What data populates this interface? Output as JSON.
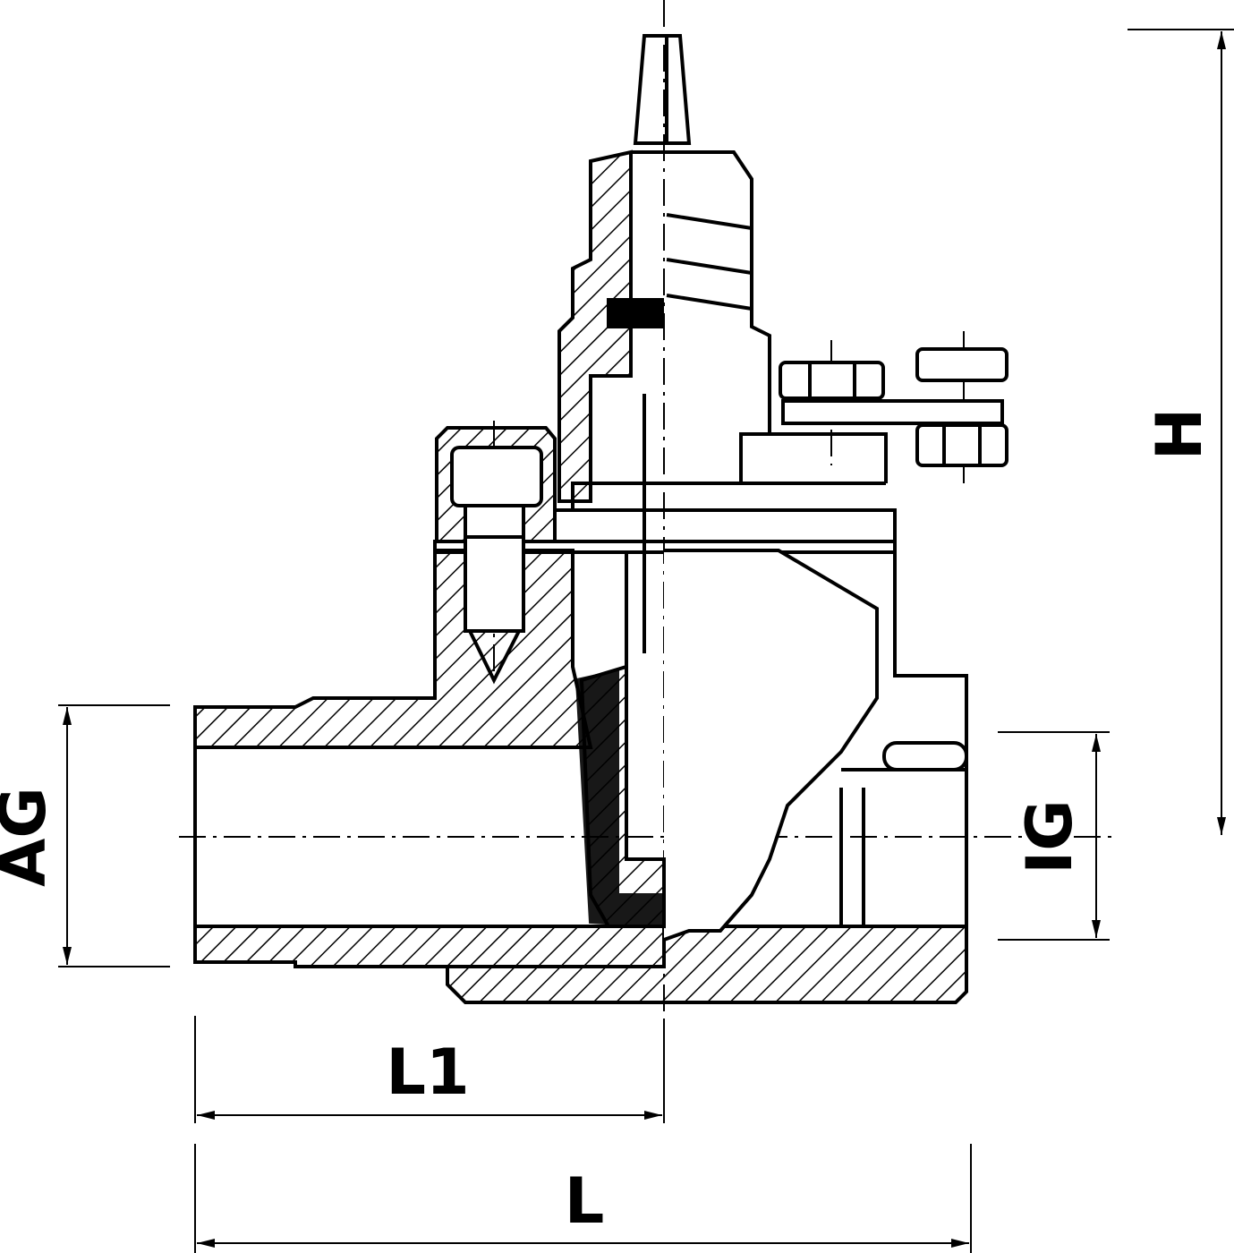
{
  "labels": {
    "ag": "AG",
    "ig": "IG",
    "h": "H",
    "l1": "L1",
    "l": "L"
  },
  "colors": {
    "stroke": "#000000",
    "background": "#ffffff"
  }
}
